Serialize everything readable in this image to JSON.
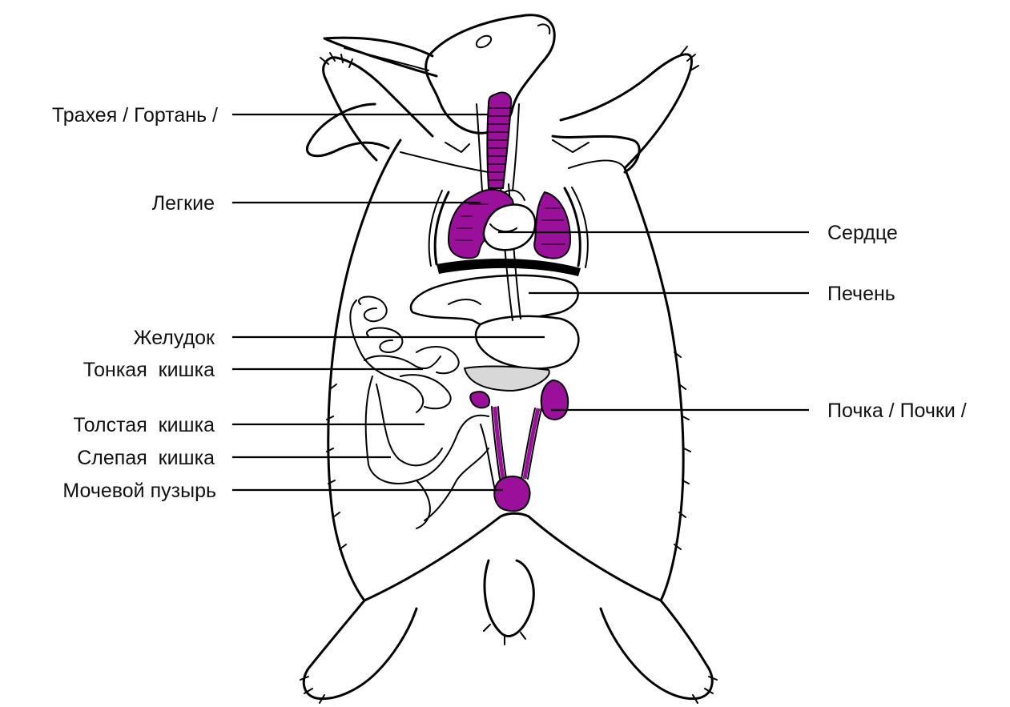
{
  "diagram": {
    "labels": {
      "trachea": "Трахея / Гортань /",
      "lungs": "Легкие",
      "heart": "Сердце",
      "liver": "Печень",
      "stomach": "Желудок",
      "small_intestine": "Тонкая  кишка",
      "large_intestine": "Толстая  кишка",
      "caecum": "Слепая  кишка",
      "bladder": "Мочевой пузырь",
      "kidneys": "Почка / Почки /"
    },
    "colors": {
      "highlight": "#9b109b",
      "line": "#000000",
      "background": "#ffffff"
    },
    "highlighted_organs": [
      "trachea",
      "lungs",
      "kidneys",
      "bladder"
    ]
  }
}
